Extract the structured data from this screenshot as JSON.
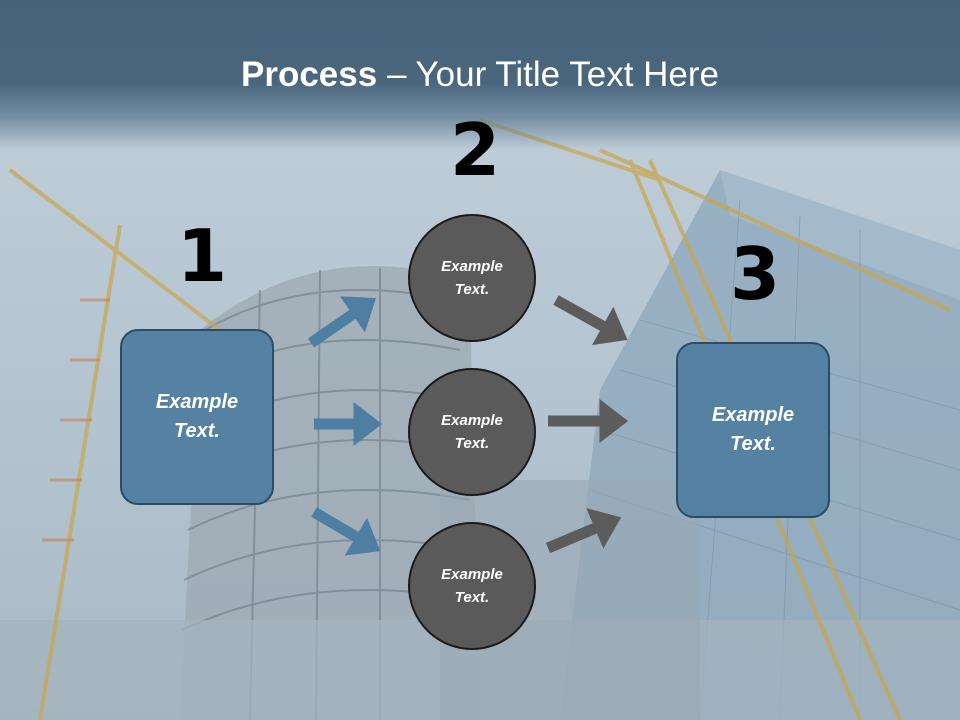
{
  "slide": {
    "title_bold": "Process",
    "title_rest": " – Your Title Text Here"
  },
  "steps": {
    "one": "1",
    "two": "2",
    "three": "3"
  },
  "boxes": {
    "left": "Example Text.",
    "right": "Example Text."
  },
  "circles": {
    "top": "Example Text.",
    "middle": "Example Text.",
    "bottom": "Example Text."
  },
  "colors": {
    "title_bar": "#46637a",
    "box_fill": "#5581a3",
    "circle_fill": "#5a5a5a",
    "arrow_blue": "#4f7ea3",
    "arrow_gray": "#5c5c5c"
  }
}
